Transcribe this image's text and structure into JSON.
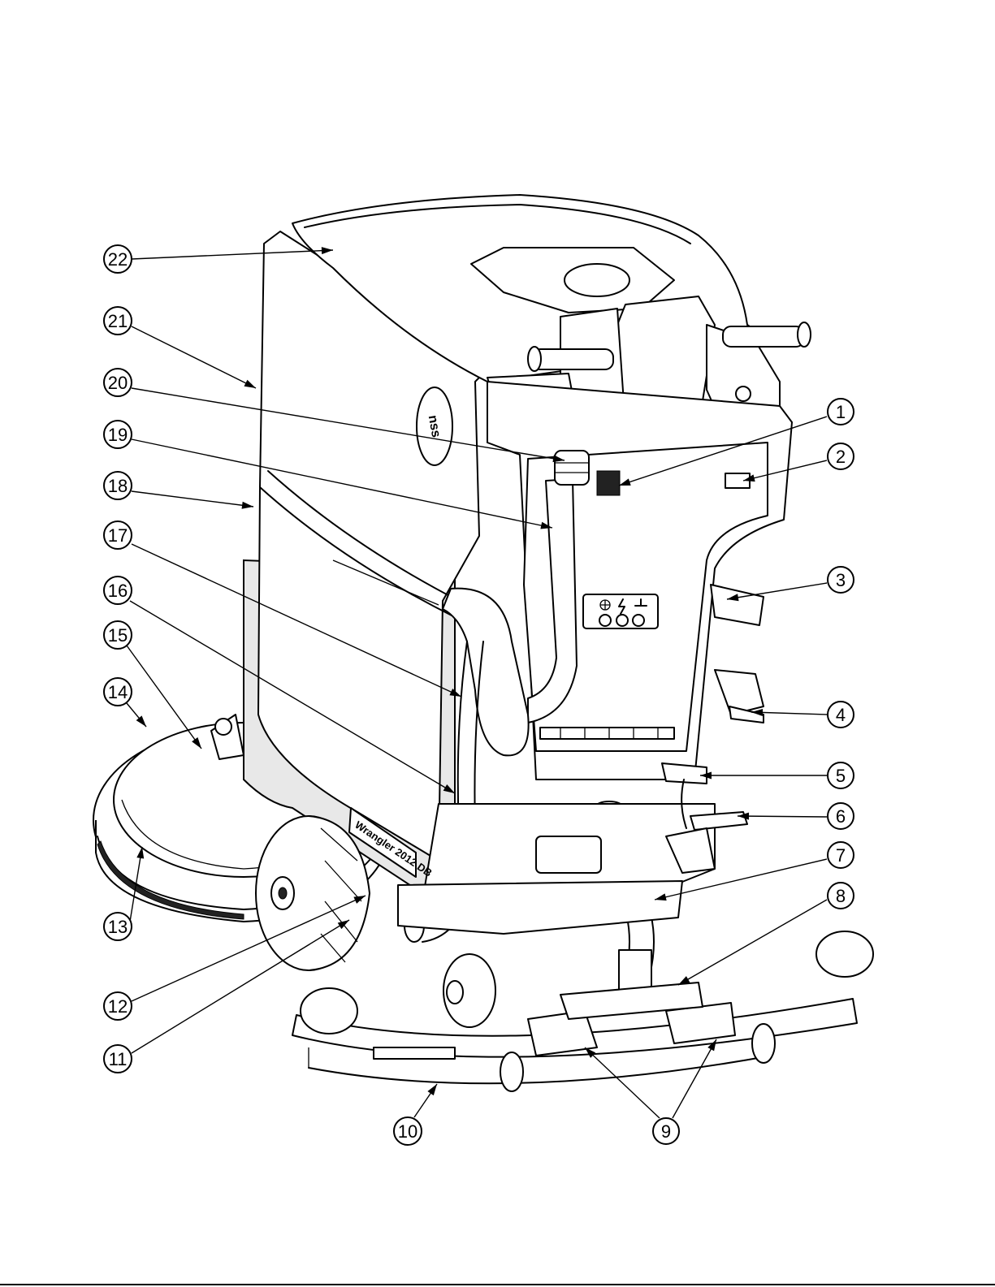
{
  "machine": {
    "brand_badge": "nss",
    "model_label": "Wrangler 2012 DB",
    "control_icons": [
      "fan-icon",
      "lightning-icon",
      "brush-icon"
    ]
  },
  "callouts": [
    {
      "number": "1"
    },
    {
      "number": "2"
    },
    {
      "number": "3"
    },
    {
      "number": "4"
    },
    {
      "number": "5"
    },
    {
      "number": "6"
    },
    {
      "number": "7"
    },
    {
      "number": "8"
    },
    {
      "number": "9"
    },
    {
      "number": "10"
    },
    {
      "number": "11"
    },
    {
      "number": "12"
    },
    {
      "number": "13"
    },
    {
      "number": "14"
    },
    {
      "number": "15"
    },
    {
      "number": "16"
    },
    {
      "number": "17"
    },
    {
      "number": "18"
    },
    {
      "number": "19"
    },
    {
      "number": "20"
    },
    {
      "number": "21"
    },
    {
      "number": "22"
    }
  ]
}
